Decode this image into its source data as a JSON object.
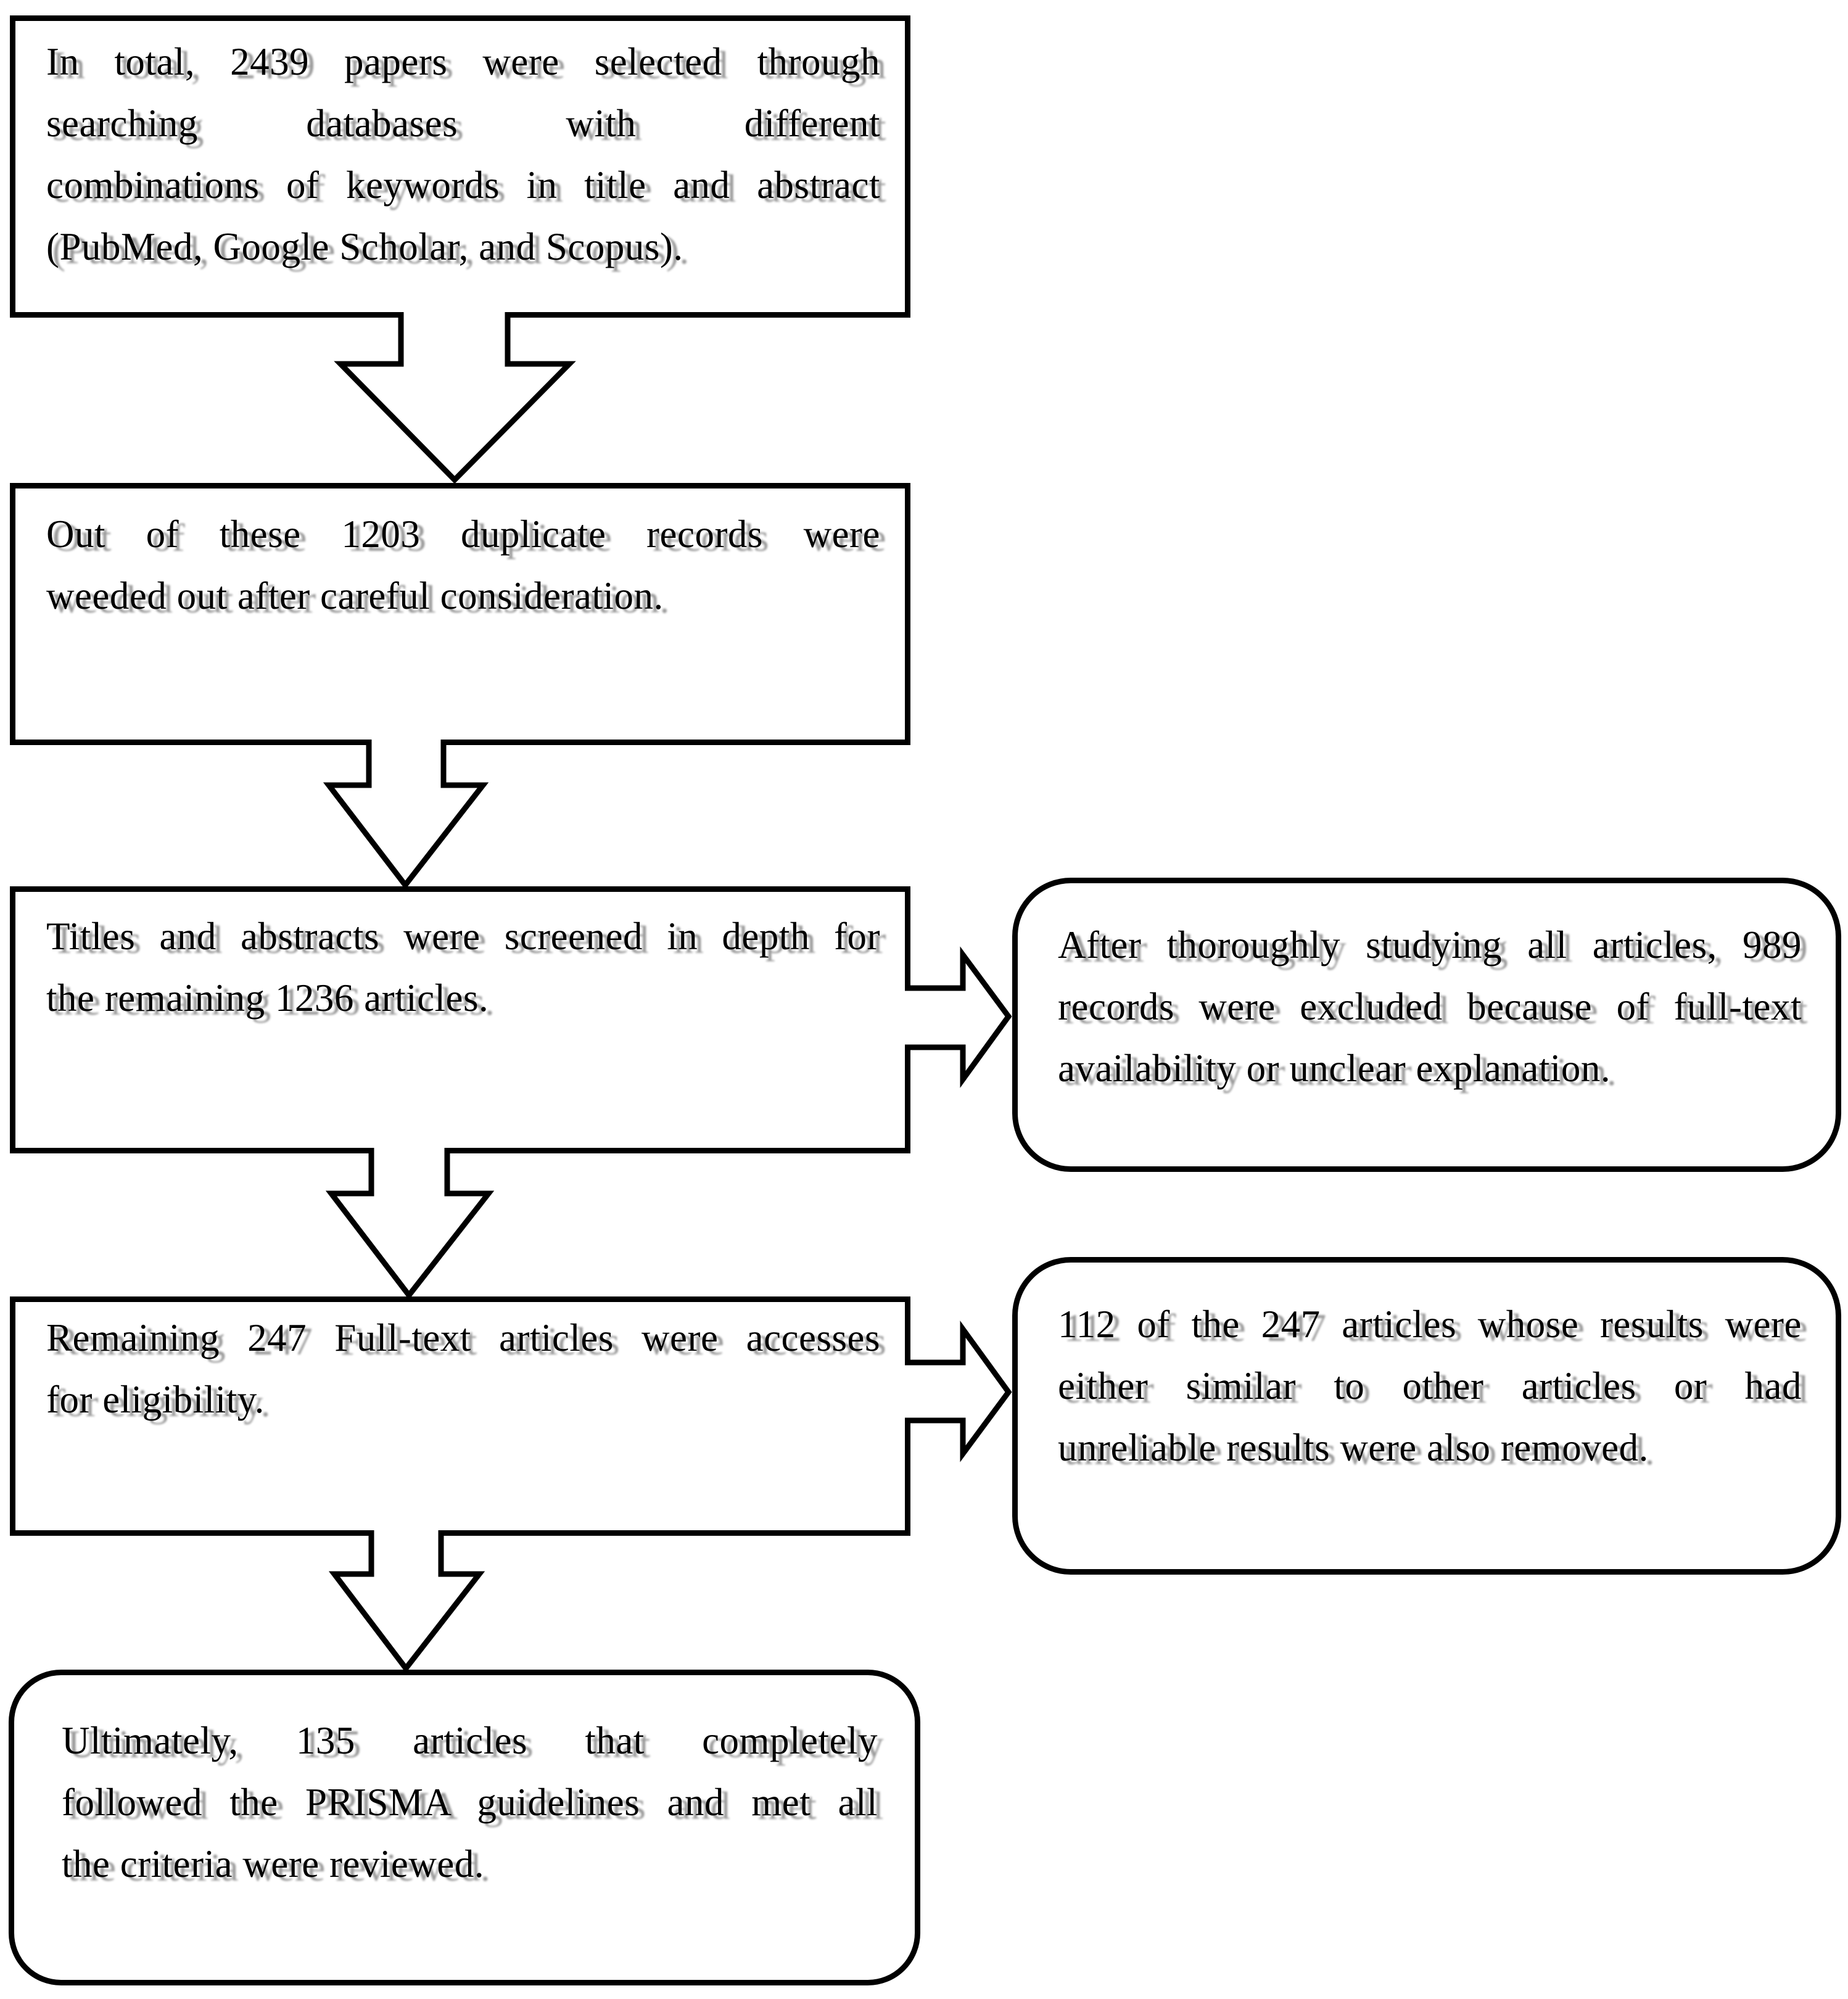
{
  "figure": {
    "kind": "flowchart",
    "colors": {
      "line": "#000000",
      "background": "#ffffff",
      "text": "#000000",
      "text_shadow": "#9a9a9a"
    }
  },
  "main_boxes": [
    {
      "id": "initial-search",
      "shape": "rectangle",
      "lines": [
        "In total, 2439 papers were selected through",
        "searching databases with different",
        "combinations of keywords in title and abstract",
        "(PubMed, Google Scholar, and Scopus)."
      ],
      "text": "In total, 2439 papers were selected through searching databases with different combinations of keywords in title and abstract (PubMed, Google Scholar, and Scopus)."
    },
    {
      "id": "duplicates-removed",
      "shape": "rectangle",
      "lines": [
        "Out of these 1203 duplicate records were",
        "weeded out after careful consideration."
      ],
      "text": "Out of these 1203 duplicate records were weeded out after careful consideration."
    },
    {
      "id": "screening",
      "shape": "rectangle",
      "lines": [
        "Titles and abstracts were screened in depth for",
        "the remaining 1236 articles."
      ],
      "text": "Titles and abstracts were screened in depth for the remaining 1236 articles."
    },
    {
      "id": "fulltext-eligibility",
      "shape": "rectangle",
      "lines": [
        "Remaining 247 Full-text articles were accesses",
        "for eligibility."
      ],
      "text": "Remaining 247 Full-text articles were accesses for eligibility."
    },
    {
      "id": "final-included",
      "shape": "rounded-rectangle",
      "lines": [
        "Ultimately, 135 articles that completely",
        "followed the PRISMA guidelines and met all",
        "the criteria were reviewed."
      ],
      "text": "Ultimately, 135 articles that completely followed the PRISMA guidelines and met all the criteria were reviewed."
    }
  ],
  "side_boxes": [
    {
      "id": "excluded-after-screening",
      "shape": "rounded-rectangle",
      "lines": [
        "After thoroughly studying all articles, 989",
        "records were excluded because of full-text",
        "availability or unclear explanation."
      ],
      "text": "After thoroughly studying all articles, 989 records were excluded because of full-text availability or unclear explanation."
    },
    {
      "id": "removed-after-fulltext",
      "shape": "rounded-rectangle",
      "lines": [
        "112 of the 247 articles whose results were",
        "either similar to other articles or had",
        "unreliable results were also removed."
      ],
      "text": "112 of the 247 articles whose results were either similar to other articles or had unreliable results were also removed."
    }
  ],
  "connectors": [
    {
      "id": "down-arrow-1",
      "direction": "down",
      "from": "initial-search",
      "to": "duplicates-removed"
    },
    {
      "id": "down-arrow-2",
      "direction": "down",
      "from": "duplicates-removed",
      "to": "screening"
    },
    {
      "id": "down-arrow-3",
      "direction": "down",
      "from": "screening",
      "to": "fulltext-eligibility"
    },
    {
      "id": "down-arrow-4",
      "direction": "down",
      "from": "fulltext-eligibility",
      "to": "final-included"
    },
    {
      "id": "right-arrow-1",
      "direction": "right",
      "from": "screening",
      "to": "excluded-after-screening"
    },
    {
      "id": "right-arrow-2",
      "direction": "right",
      "from": "fulltext-eligibility",
      "to": "removed-after-fulltext"
    }
  ]
}
